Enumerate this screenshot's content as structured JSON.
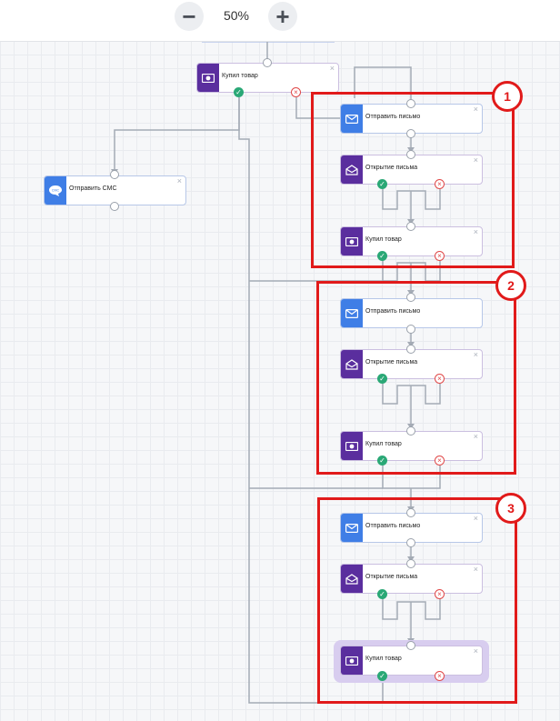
{
  "toolbar": {
    "zoom_out_symbol": "−",
    "zoom_in_symbol": "+",
    "zoom_level": "50%"
  },
  "nodes": {
    "purchased_main": "Купил товар",
    "send_sms": "Отправить СМС",
    "g1_send_email": "Отправить письмо",
    "g1_open_email": "Открытие письма",
    "g1_purchased": "Купил товар",
    "g2_send_email": "Отправить письмо",
    "g2_open_email": "Открытие письма",
    "g2_purchased": "Купил товар",
    "g3_send_email": "Отправить письмо",
    "g3_open_email": "Открытие письма",
    "g3_purchased": "Купил товар"
  },
  "icons": {
    "money": "money-icon",
    "email": "envelope-icon",
    "open_email": "open-envelope-icon",
    "sms": "sms-bubble-icon",
    "sms_text": "СМС"
  },
  "annotations": {
    "badge_1": "1",
    "badge_2": "2",
    "badge_3": "3"
  },
  "colors": {
    "accent_blue": "#3f7ee6",
    "accent_purple": "#5a2e9e",
    "yes_green": "#2aa876",
    "no_red": "#e04848",
    "annotation_red": "#e11a1a"
  },
  "glyphs": {
    "close": "×",
    "check": "✓",
    "cross": "×"
  }
}
